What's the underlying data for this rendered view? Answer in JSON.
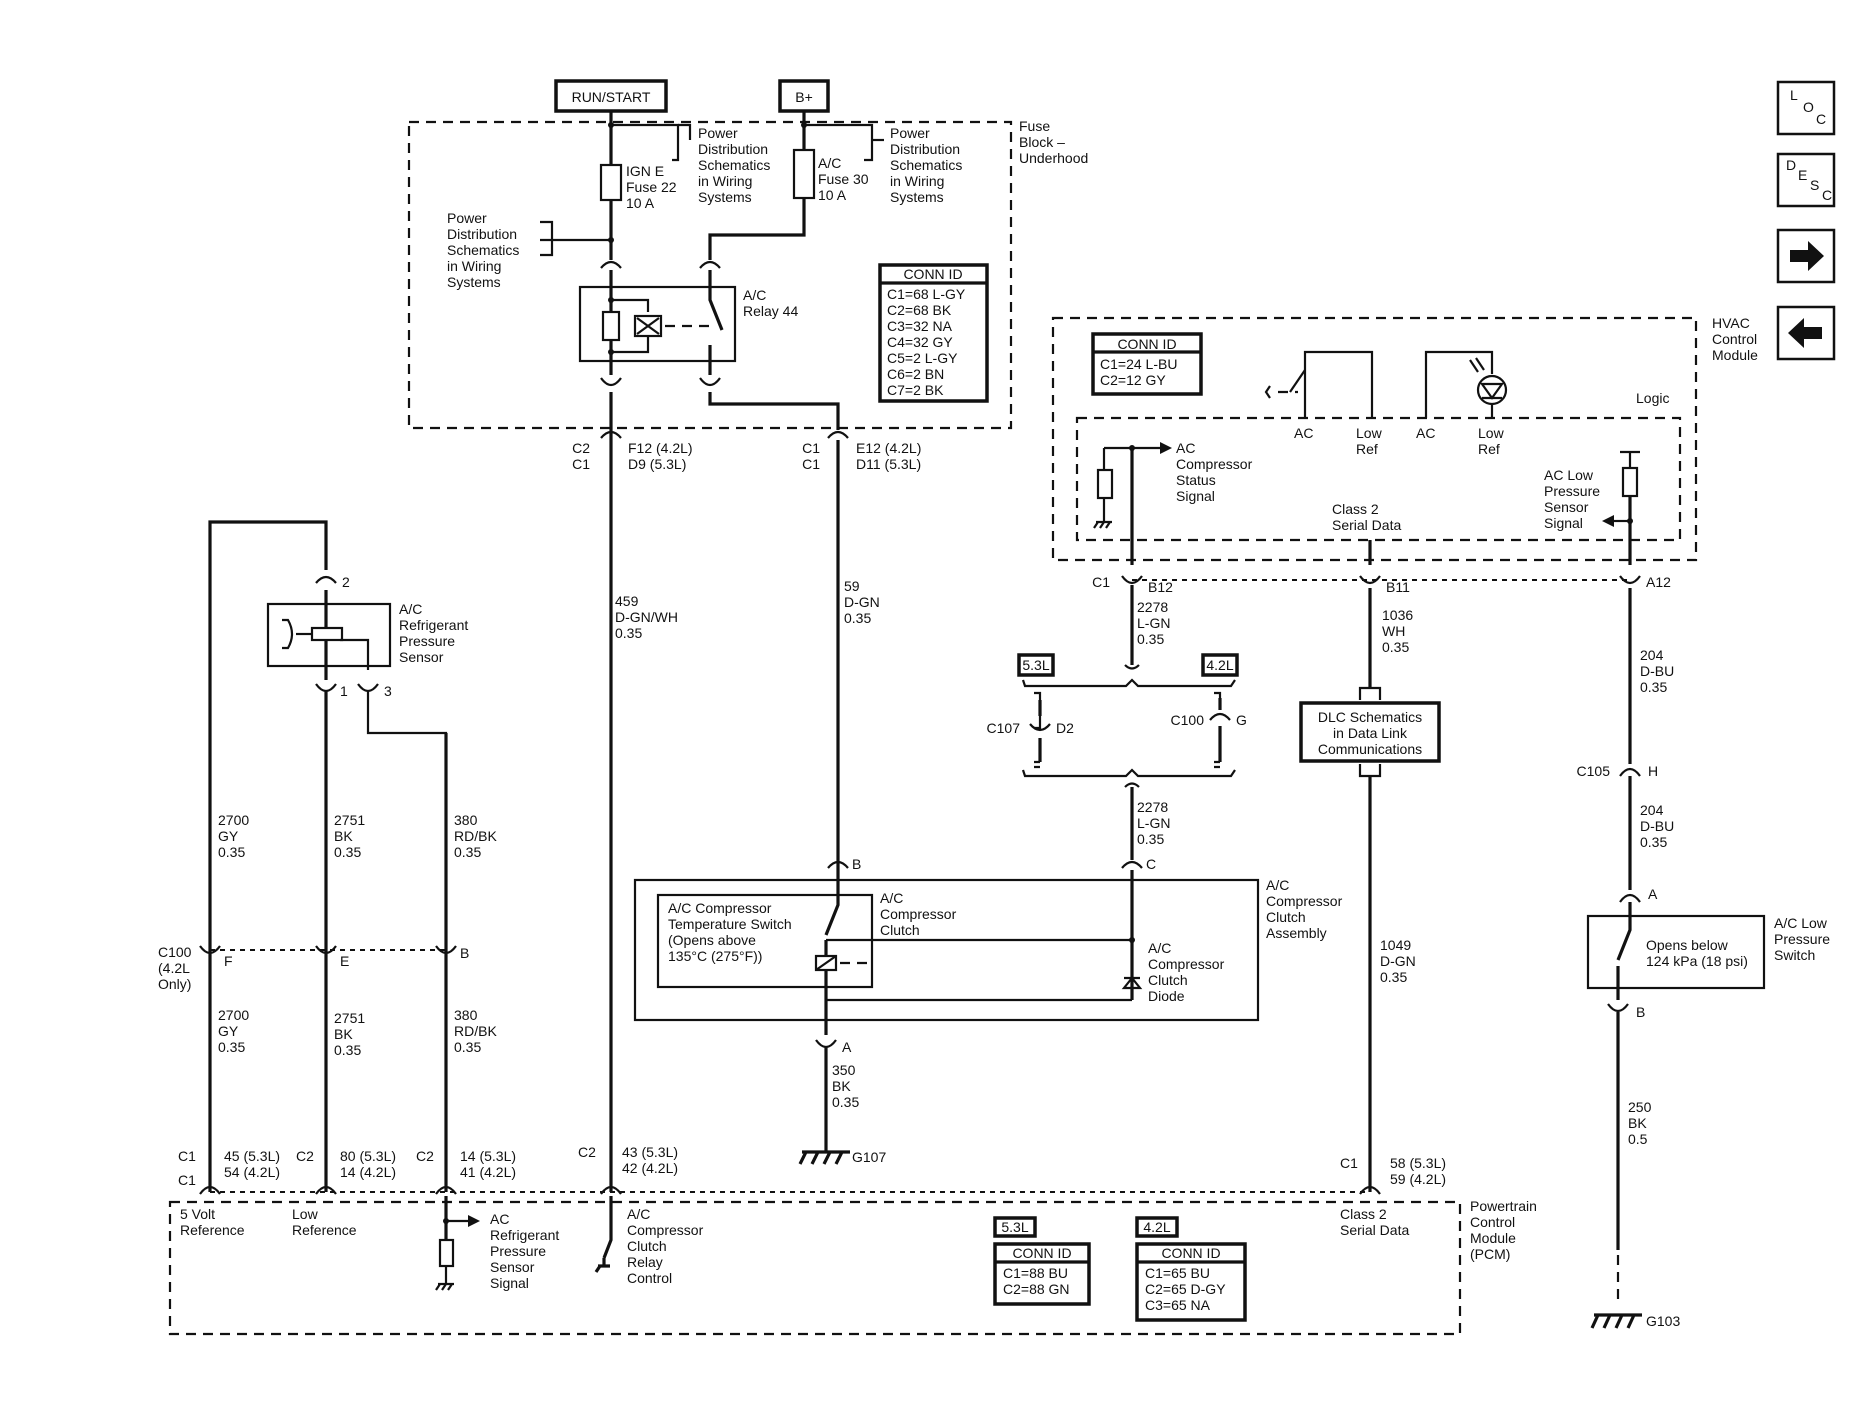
{
  "power": {
    "run_start": "RUN/START",
    "b_plus": "B+"
  },
  "fuse_block": {
    "title": [
      "Fuse",
      "Block –",
      "Underhood"
    ],
    "ign_fuse": [
      "IGN E",
      "Fuse 22",
      "10 A"
    ],
    "ac_fuse": [
      "A/C",
      "Fuse 30",
      "10 A"
    ],
    "pd_ref": [
      "Power",
      "Distribution",
      "Schematics",
      "in Wiring",
      "Systems"
    ],
    "relay": [
      "A/C",
      "Relay 44"
    ],
    "conn_id": {
      "title": "CONN ID",
      "rows": [
        "C1=68 L-GY",
        "C2=68 BK",
        "C3=32 NA",
        "C4=32 GY",
        "C5=2 L-GY",
        "C6=2 BN",
        "C7=2 BK"
      ]
    }
  },
  "fuse_pins": {
    "left_conn": [
      "C2",
      "C1"
    ],
    "left_pins": [
      "F12 (4.2L)",
      "D9 (5.3L)"
    ],
    "right_conn": [
      "C1",
      "C1"
    ],
    "right_pins": [
      "E12 (4.2L)",
      "D11 (5.3L)"
    ]
  },
  "wires": {
    "w459": [
      "459",
      "D-GN/WH",
      "0.35"
    ],
    "w59": [
      "59",
      "D-GN",
      "0.35"
    ],
    "w2700a": [
      "2700",
      "GY",
      "0.35"
    ],
    "w2751a": [
      "2751",
      "BK",
      "0.35"
    ],
    "w380a": [
      "380",
      "RD/BK",
      "0.35"
    ],
    "w2700b": [
      "2700",
      "GY",
      "0.35"
    ],
    "w2751b": [
      "2751",
      "BK",
      "0.35"
    ],
    "w380b": [
      "380",
      "RD/BK",
      "0.35"
    ],
    "w350": [
      "350",
      "BK",
      "0.35"
    ],
    "w2278a": [
      "2278",
      "L-GN",
      "0.35"
    ],
    "w2278b": [
      "2278",
      "L-GN",
      "0.35"
    ],
    "w1036": [
      "1036",
      "WH",
      "0.35"
    ],
    "w1049": [
      "1049",
      "D-GN",
      "0.35"
    ],
    "w204a": [
      "204",
      "D-BU",
      "0.35"
    ],
    "w204b": [
      "204",
      "D-BU",
      "0.35"
    ],
    "w250": [
      "250",
      "BK",
      "0.5"
    ]
  },
  "sensor": {
    "label": [
      "A/C",
      "Refrigerant",
      "Pressure",
      "Sensor"
    ],
    "pins": [
      "2",
      "1",
      "3"
    ]
  },
  "c100_left": {
    "label": [
      "C100",
      "(4.2L",
      "Only)"
    ],
    "pins": [
      "F",
      "E",
      "B"
    ]
  },
  "hvac": {
    "title": [
      "HVAC",
      "Control",
      "Module"
    ],
    "conn_id": {
      "title": "CONN ID",
      "rows": [
        "C1=24 L-BU",
        "C2=12 GY"
      ]
    },
    "logic": "Logic",
    "ac1": "AC",
    "lowref1": [
      "Low",
      "Ref"
    ],
    "ac2": "AC",
    "lowref2": [
      "Low",
      "Ref"
    ],
    "status": [
      "AC",
      "Compressor",
      "Status",
      "Signal"
    ],
    "class2": [
      "Class 2",
      "Serial Data"
    ],
    "lowpress": [
      "AC Low",
      "Pressure",
      "Sensor",
      "Signal"
    ],
    "pins": {
      "c1": "C1",
      "b12": "B12",
      "b11": "B11",
      "a12": "A12"
    }
  },
  "engine_tags": {
    "a": "5.3L",
    "b": "4.2L"
  },
  "c107": {
    "name": "C107",
    "pin": "D2"
  },
  "c100r": {
    "name": "C100",
    "pin": "G"
  },
  "dlc": [
    "DLC Schematics",
    "in Data Link",
    "Communications"
  ],
  "clutch": {
    "title": [
      "A/C",
      "Compressor",
      "Clutch",
      "Assembly"
    ],
    "temp_switch": [
      "A/C Compressor",
      "Temperature Switch",
      "(Opens above",
      "135°C (275°F))"
    ],
    "clutch": [
      "A/C",
      "Compressor",
      "Clutch"
    ],
    "diode": [
      "A/C",
      "Compressor",
      "Clutch",
      "Diode"
    ],
    "pins": {
      "b": "B",
      "c": "C",
      "a": "A"
    }
  },
  "c105": {
    "name": "C105",
    "pin": "H"
  },
  "low_switch": {
    "label": [
      "A/C Low",
      "Pressure",
      "Switch"
    ],
    "text": [
      "Opens below",
      "124 kPa (18 psi)"
    ],
    "pin_a": "A",
    "pin_b": "B"
  },
  "grounds": {
    "g107": "G107",
    "g103": "G103"
  },
  "pcm": {
    "title": [
      "Powertrain",
      "Control",
      "Module",
      "(PCM)"
    ],
    "five_volt": [
      "5 Volt",
      "Reference"
    ],
    "low_ref": [
      "Low",
      "Reference"
    ],
    "ref_signal": [
      "AC",
      "Refrigerant",
      "Pressure",
      "Sensor",
      "Signal"
    ],
    "relay_ctrl": [
      "A/C",
      "Compressor",
      "Clutch",
      "Relay",
      "Control"
    ],
    "class2": [
      "Class 2",
      "Serial Data"
    ],
    "conn1": [
      "C1",
      "C1"
    ],
    "pins1": [
      "45 (5.3L)",
      "54 (4.2L)"
    ],
    "conn2": "C2",
    "pins2": [
      "80 (5.3L)",
      "14 (4.2L)"
    ],
    "conn3": "C2",
    "pins3": [
      "14 (5.3L)",
      "41 (4.2L)"
    ],
    "conn4": "C2",
    "pins4": [
      "43 (5.3L)",
      "42 (4.2L)"
    ],
    "conn5": "C1",
    "pins5": [
      "58 (5.3L)",
      "59 (4.2L)"
    ],
    "tag53": "5.3L",
    "tag42": "4.2L",
    "conn53": {
      "title": "CONN ID",
      "rows": [
        "C1=88 BU",
        "C2=88 GN"
      ]
    },
    "conn42": {
      "title": "CONN ID",
      "rows": [
        "C1=65 BU",
        "C2=65 D-GY",
        "C3=65 NA"
      ]
    }
  },
  "nav": {
    "loc": [
      "L",
      "O",
      "C"
    ],
    "desc": [
      "D",
      "E",
      "S",
      "C"
    ],
    "next": "→",
    "prev": "←"
  }
}
